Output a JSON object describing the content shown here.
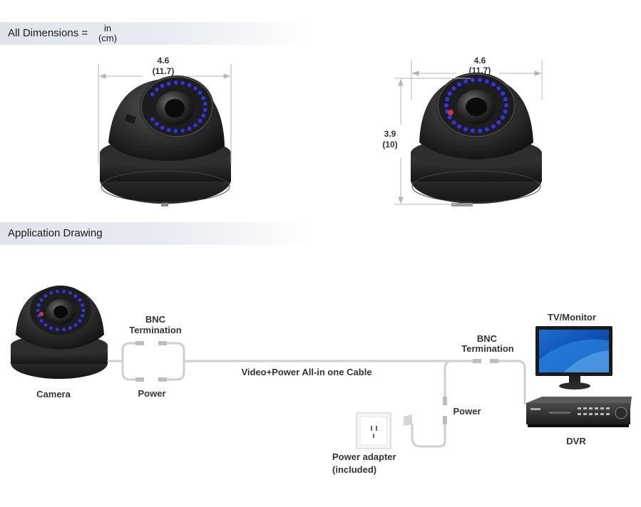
{
  "header": {
    "dimensions_label": "All Dimensions =",
    "unit_top": "in",
    "unit_bottom": "(cm)"
  },
  "front_view": {
    "width_in": "4.6",
    "width_cm": "(11.7)"
  },
  "side_view": {
    "width_in": "4.6",
    "width_cm": "(11.7)",
    "height_in": "3.9",
    "height_cm": "(10)"
  },
  "application": {
    "title": "Application Drawing",
    "camera_label": "Camera",
    "bnc_left_line1": "BNC",
    "bnc_left_line2": "Termination",
    "power_left": "Power",
    "cable_label": "Video+Power All-in one Cable",
    "bnc_right_line1": "BNC",
    "bnc_right_line2": "Termination",
    "power_right": "Power",
    "tv_label": "TV/Monitor",
    "dvr_label": "DVR",
    "adapter_line1": "Power adapter",
    "adapter_line2": "(included)"
  },
  "colors": {
    "camera_body": "#2a2a2a",
    "ir_led": "#3b35c9",
    "cable": "#cfcfcf",
    "section_bar": "#dfe3ec"
  }
}
